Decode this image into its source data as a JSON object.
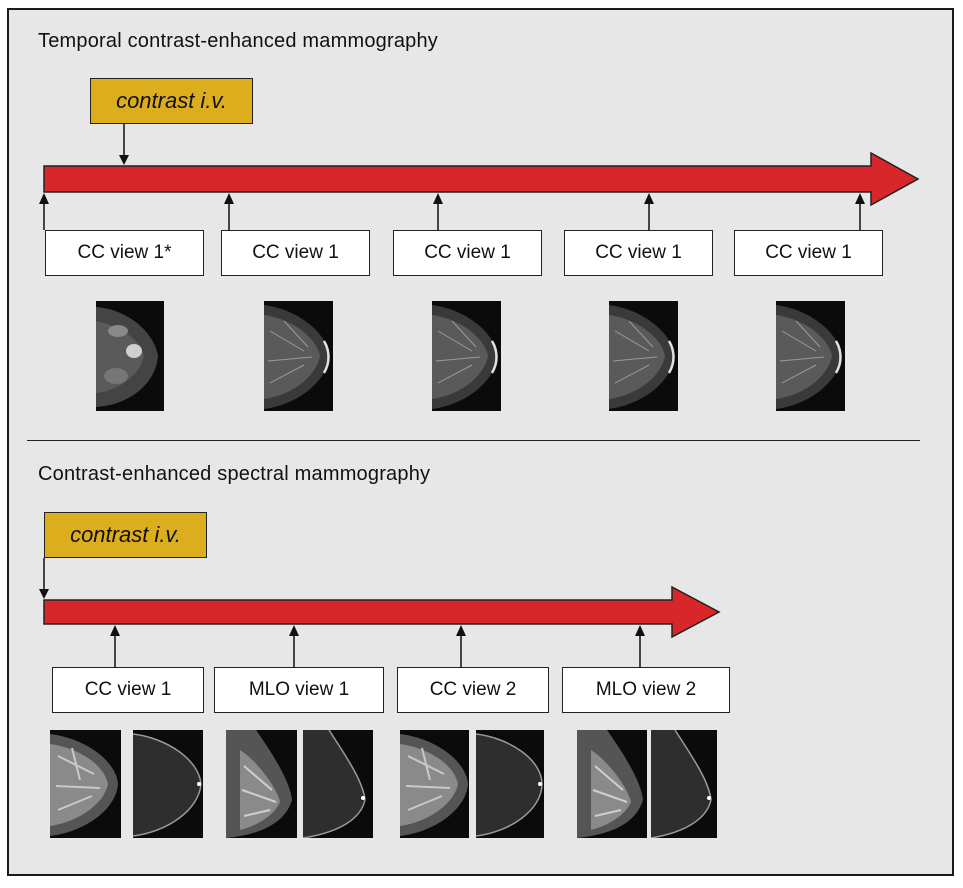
{
  "temporal": {
    "title": "Temporal contrast-enhanced mammography",
    "contrast_label": "contrast i.v.",
    "views": [
      {
        "label": "CC view 1*",
        "image": "cc-mammogram-precontrast"
      },
      {
        "label": "CC view 1",
        "image": "cc-mammogram"
      },
      {
        "label": "CC view 1",
        "image": "cc-mammogram"
      },
      {
        "label": "CC view 1",
        "image": "cc-mammogram"
      },
      {
        "label": "CC view 1",
        "image": "cc-mammogram"
      }
    ]
  },
  "spectral": {
    "title": "Contrast-enhanced spectral mammography",
    "contrast_label": "contrast i.v.",
    "views": [
      {
        "label": "CC view 1",
        "images": [
          "low-energy-cc",
          "recombined-cc"
        ]
      },
      {
        "label": "MLO view 1",
        "images": [
          "low-energy-mlo",
          "recombined-mlo"
        ]
      },
      {
        "label": "CC view 2",
        "images": [
          "low-energy-cc",
          "recombined-cc"
        ]
      },
      {
        "label": "MLO view 2",
        "images": [
          "low-energy-mlo",
          "recombined-mlo"
        ]
      }
    ]
  },
  "colors": {
    "panel_background": "#e7e7e7",
    "timeline_arrow": "#d9262b",
    "contrast_box": "#dcae1d",
    "label_box": "#ffffff",
    "outline": "#1a1a1a"
  }
}
